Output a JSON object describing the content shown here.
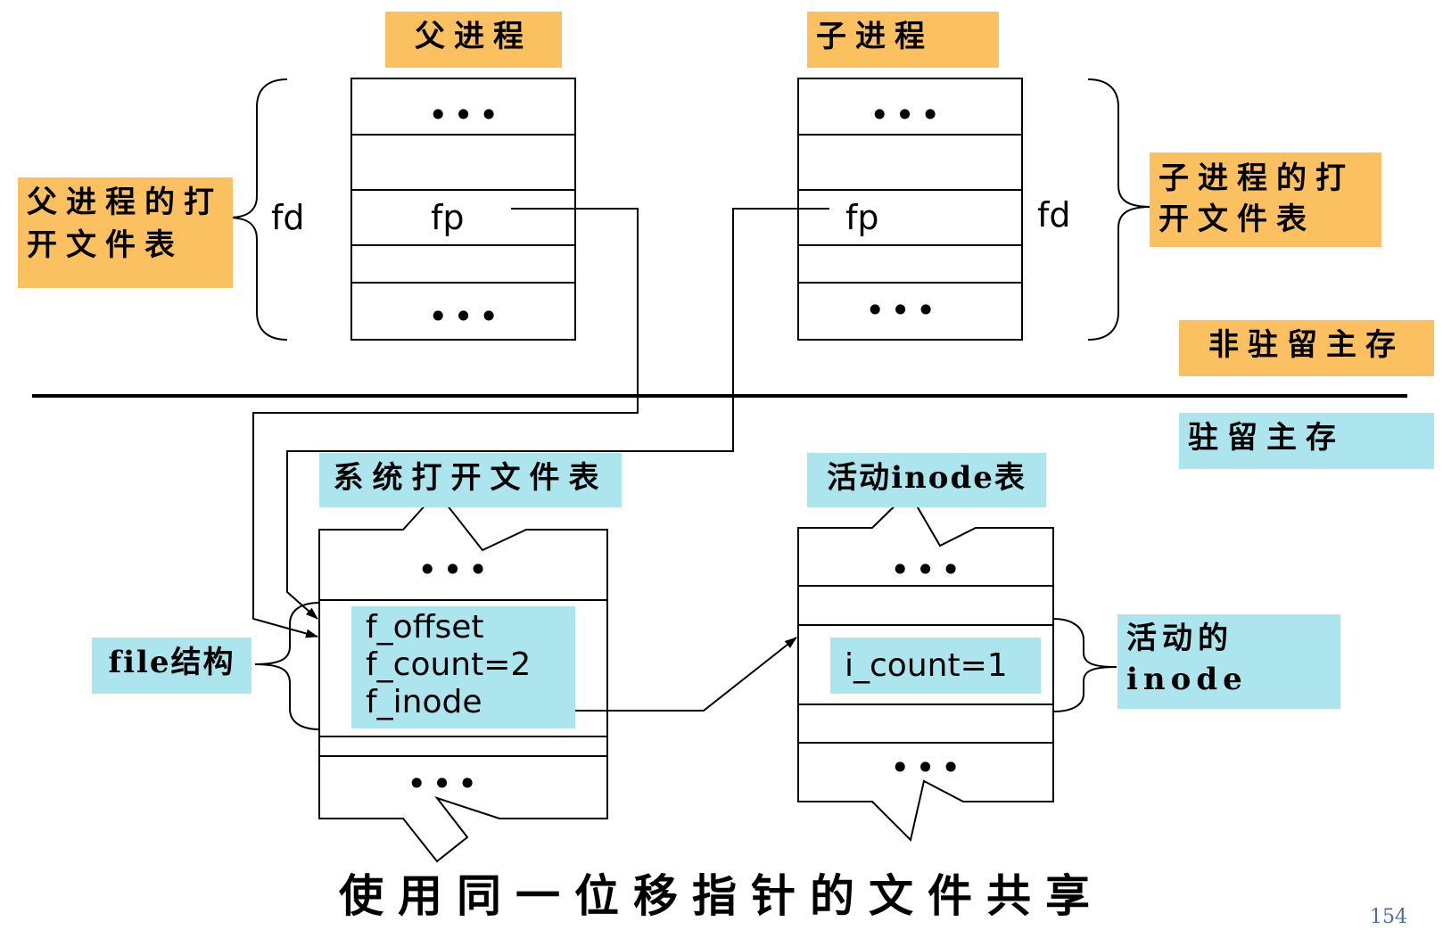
{
  "labels": {
    "parent_process": "父进程",
    "child_process": "子进程",
    "parent_open_file_table": "父进程的打\n开文件表",
    "child_open_file_table": "子进程的打\n开文件表",
    "non_resident_memory": "非驻留主存",
    "resident_memory": "驻留主存",
    "system_open_file_table": "系统打开文件表",
    "active_inode_table": "活动inode表",
    "file_structure": "file结构",
    "active_inode": "活动的\ninode"
  },
  "parent_table": {
    "ellipsis_top": "•••",
    "fp": "fp",
    "ellipsis_bottom": "•••",
    "fd": "fd"
  },
  "child_table": {
    "ellipsis_top": "•••",
    "fp": "fp",
    "ellipsis_bottom": "•••",
    "fd": "fd"
  },
  "system_table": {
    "ellipsis_top": "•••",
    "f_offset": "f_offset",
    "f_count": "f_count=2",
    "f_inode": "f_inode",
    "ellipsis_bottom": "•••"
  },
  "inode_table": {
    "ellipsis_top": "•••",
    "i_count": "i_count=1",
    "ellipsis_bottom": "•••"
  },
  "caption": "使用同一位移指针的文件共享",
  "page_number": "154",
  "colors": {
    "orange_label": "#FBC160",
    "cyan_label": "#ADE5EE"
  }
}
